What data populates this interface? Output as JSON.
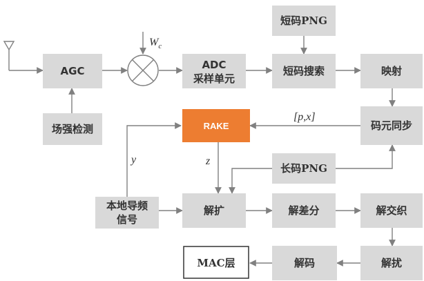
{
  "colors": {
    "block_fill": "#d9d9d9",
    "rake_fill": "#ed7d31",
    "line": "#808080",
    "text": "#333333",
    "mac_border": "#333333"
  },
  "blocks": {
    "agc": "AGC",
    "field_detect": "场强检测",
    "adc_line1": "ADC",
    "adc_line2": "采样单元",
    "short_png": "短码PNG",
    "short_search": "短码搜索",
    "mapping": "映射",
    "chip_sync": "码元同步",
    "rake": "RAKE",
    "long_png": "长码PNG",
    "local_pilot_line1": "本地导频",
    "local_pilot_line2": "信号",
    "despread": "解扩",
    "diff_decode": "解差分",
    "deinterleave": "解交织",
    "descramble": "解扰",
    "decode": "解码",
    "mac": "MAC层"
  },
  "labels": {
    "wc_main": "W",
    "wc_sub": "c",
    "px": "[p,x]",
    "y": "y",
    "z": "z"
  },
  "icons": {
    "antenna": "antenna-icon",
    "mixer": "mixer-icon"
  }
}
